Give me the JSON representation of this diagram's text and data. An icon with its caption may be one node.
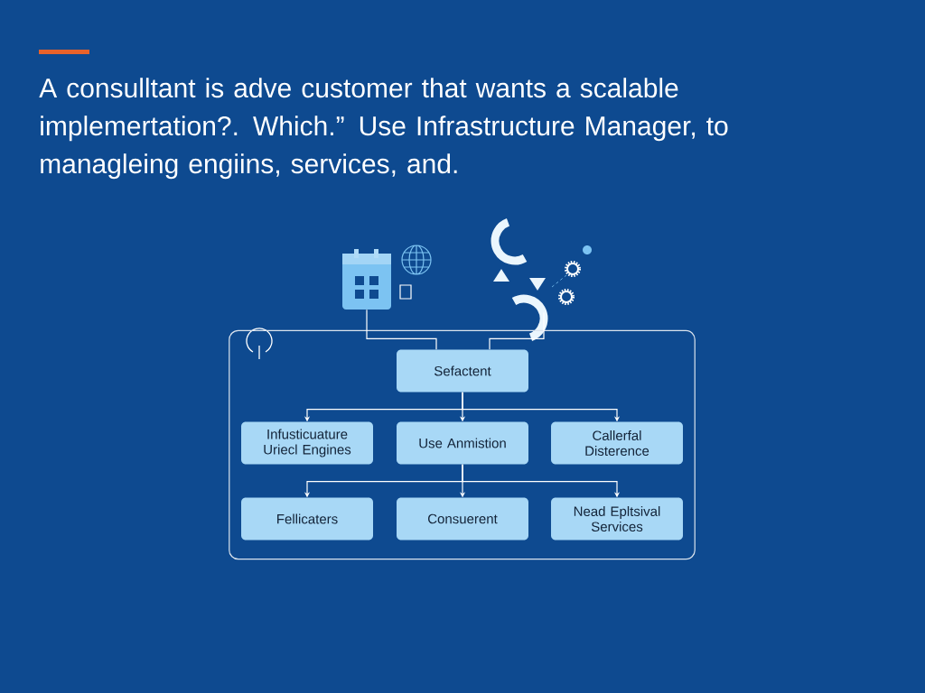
{
  "diagram": {
    "title": "A consulltant is adve customer that wants a scalable implemertation?. Which.” Use Infrastructure Manager, to managleing engiins, services, and.",
    "nodes": [
      {
        "text": [],
        "shape": "picture"
      },
      {
        "text": [],
        "shape": "picture"
      },
      {
        "text": [],
        "shape": "box"
      },
      {
        "text": [
          "Sefactent"
        ],
        "in": 2
      },
      {
        "text": [
          "Infusticuature Uriecl Engines"
        ],
        "in": 2
      },
      {
        "text": [
          "Use Anmistion"
        ],
        "in": 2
      },
      {
        "text": [
          "Callerfal Disterence"
        ],
        "in": 2
      },
      {
        "text": [
          "Fellicaters"
        ],
        "in": 2
      },
      {
        "text": [
          "Consuerent"
        ],
        "in": 2
      },
      {
        "text": [
          "Nead Epltsival Services"
        ],
        "in": 2
      }
    ],
    "edges": [
      {
        "from": 0,
        "to": 3,
        "arrow": "none"
      },
      {
        "from": 1,
        "to": 3,
        "arrow": "none"
      },
      {
        "from": 3,
        "to": 4,
        "arrow": "to"
      },
      {
        "from": 3,
        "to": 5,
        "arrow": "to"
      },
      {
        "from": 3,
        "to": 6,
        "arrow": "to"
      },
      {
        "from": 5,
        "to": 7,
        "arrow": "to"
      },
      {
        "from": 5,
        "to": 8,
        "arrow": "to"
      },
      {
        "from": 5,
        "to": 9,
        "arrow": "to"
      }
    ]
  }
}
